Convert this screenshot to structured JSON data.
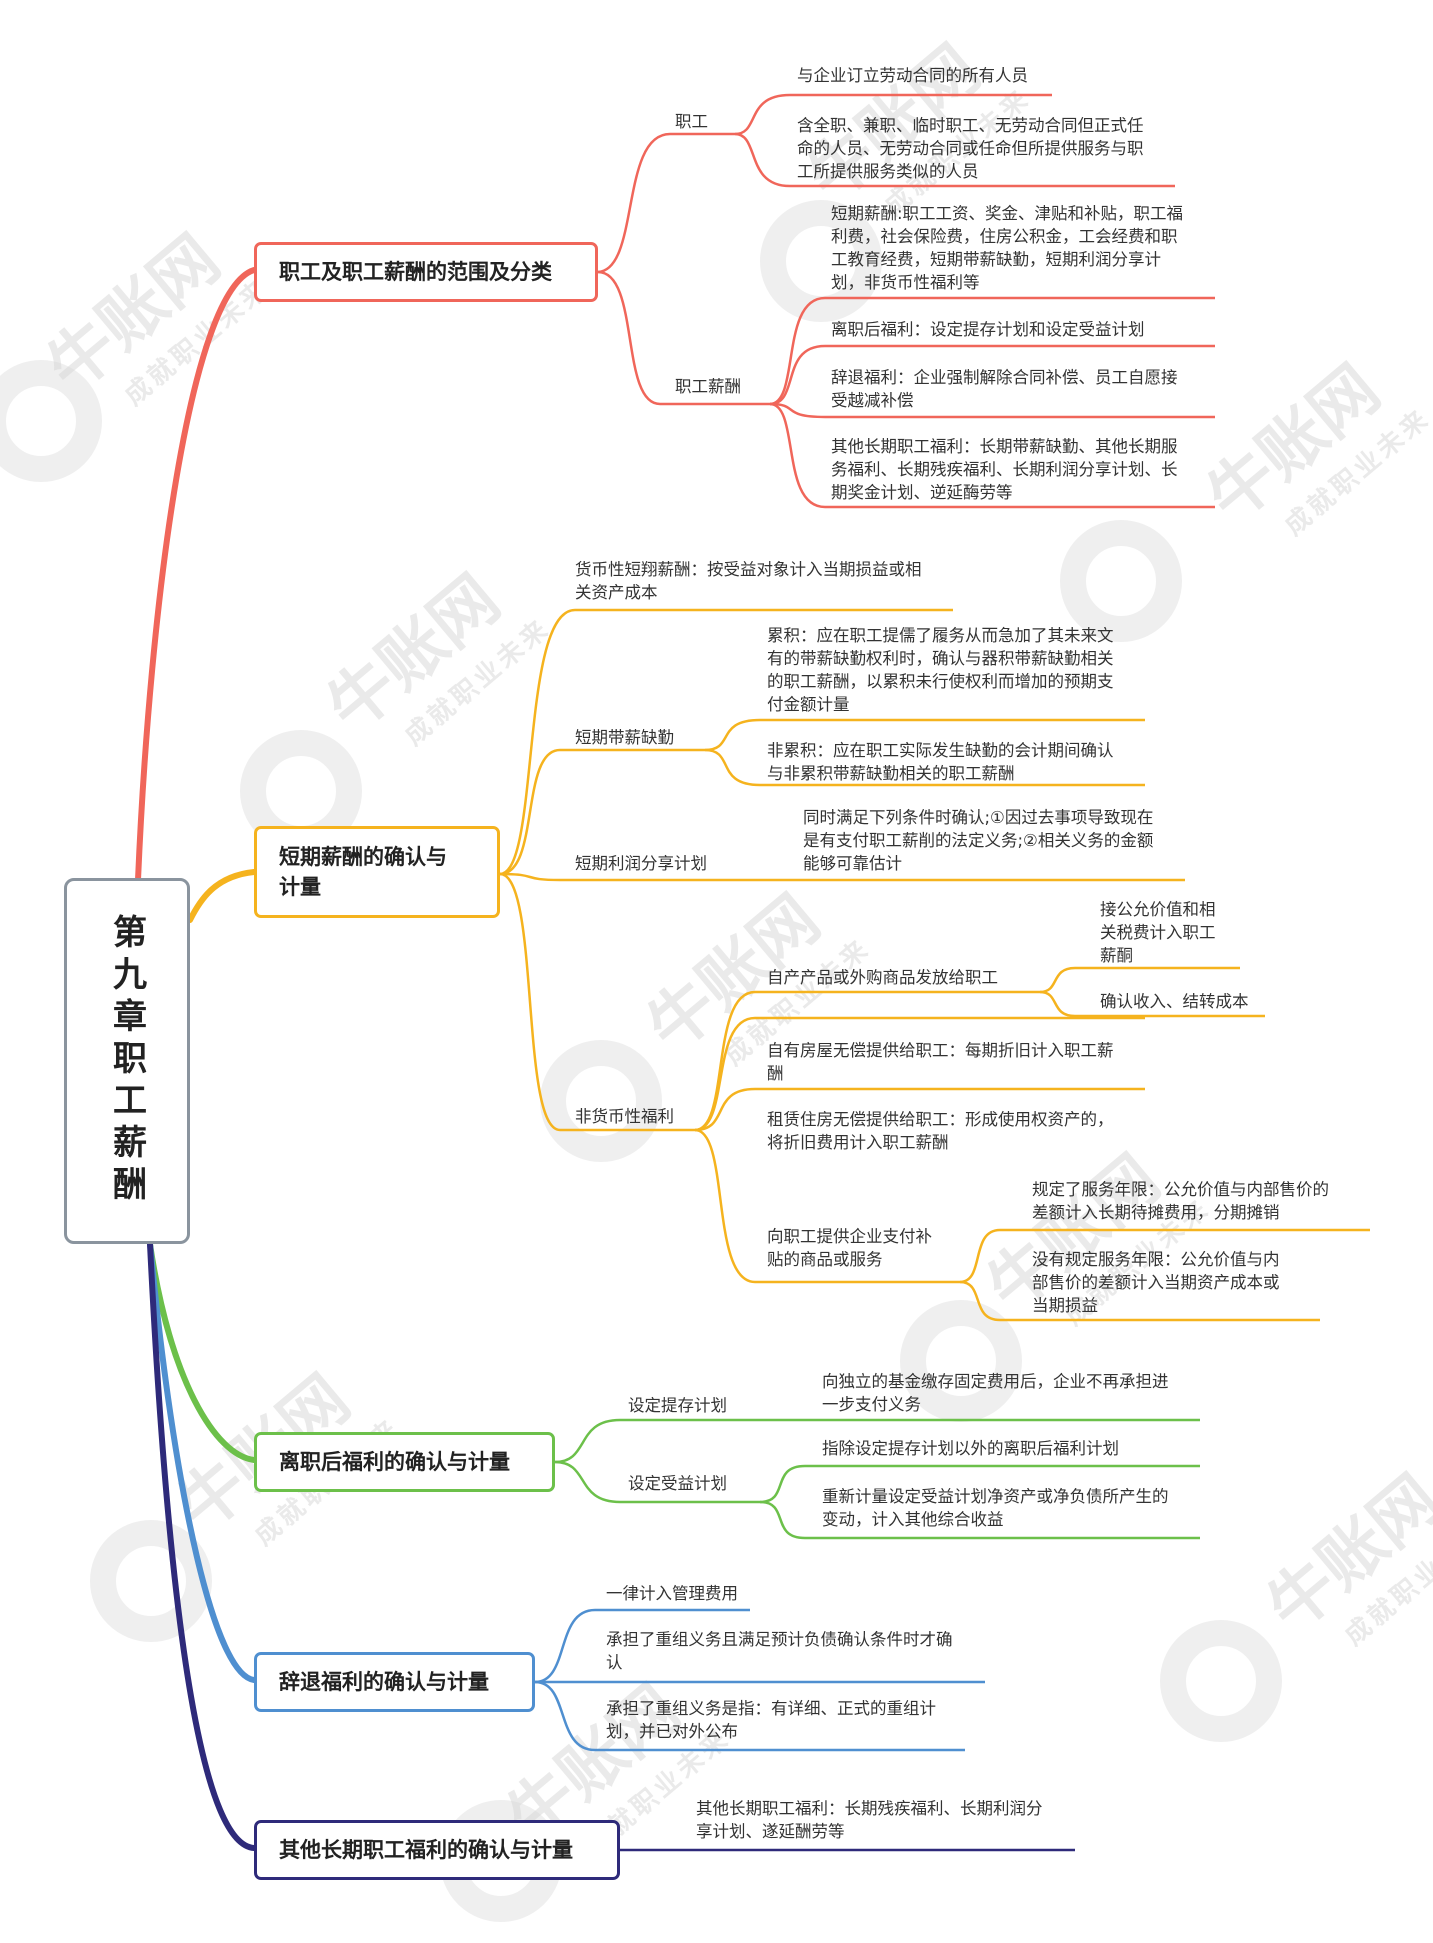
{
  "root": {
    "title": "第九章职工薪酬"
  },
  "colors": {
    "b1": "#f0665a",
    "b2": "#f5b31e",
    "b3": "#6cc04a",
    "b4": "#4f8fd0",
    "b5": "#2e2a7a"
  },
  "watermark": {
    "brand": "牛账网",
    "slogan": "成就职业未来"
  },
  "branches": [
    {
      "label": "职工及职工薪酬的范围及分类",
      "items": {
        "zhigong": "职工",
        "zhigong_1": "与企业订立劳动合同的所有人员",
        "zhigong_2": [
          "含全职、兼职、临时职工、无劳动合同但正式任",
          "命的人员、无劳动合同或任命但所提供服务与职",
          "工所提供服务类似的人员"
        ],
        "xinchou": "职工薪酬",
        "xinchou_1": [
          "短期薪酬:职工工资、奖金、津贴和补贴，职工福",
          "利费，社会保险费，住房公积金，工会经费和职",
          "工教育经费，短期带薪缺勤，短期利润分享计",
          "划，非货币性福利等"
        ],
        "xinchou_2": "离职后福利：设定提存计划和设定受益计划",
        "xinchou_3": [
          "辞退福利：企业强制解除合同补偿、员工自愿接",
          "受越减补偿"
        ],
        "xinchou_4": [
          "其他长期职工福利：长期带薪缺勤、其他长期服",
          "务福利、长期残疾福利、长期利润分享计划、长",
          "期奖金计划、逆延酶劳等"
        ]
      }
    },
    {
      "label": [
        "短期薪酬的确认与",
        "计量"
      ],
      "items": {
        "huobi": [
          "货币性短翔薪酬：按受益对象计入当期损益或相",
          "关资产成本"
        ],
        "quexin": "短期带薪缺勤",
        "quexin_1": [
          "累积：应在职工提儒了履务从而急加了其未来文",
          "有的带薪缺勤权利时，确认与器积带薪缺勤相关",
          "的职工薪酬，以累积未行使权利而增加的预期支",
          "付金额计量"
        ],
        "quexin_2": [
          "非累积：应在职工实际发生缺勤的会计期间确认",
          "与非累积带薪缺勤相关的职工薪酬"
        ],
        "lirun": "短期利润分享计划",
        "lirun_1": [
          "同时满足下列条件时确认;①因过去事项导致现在",
          "是有支付职工薪削的法定义务;②相关义务的金额",
          "能够可靠估计"
        ],
        "feihuobi": "非货币性福利",
        "fh_1": "自产产品或外购商品发放给职工",
        "fh_1a": [
          "接公允价值和相",
          "关税费计入职工",
          "薪酮"
        ],
        "fh_1b": "确认收入、结转成本",
        "fh_2": [
          "自有房屋无偿提供给职工：每期折旧计入职工薪",
          "酬"
        ],
        "fh_3": [
          "租赁住房无偿提供给职工：形成使用权资产的，",
          "将折旧费用计入职工薪酬"
        ],
        "fh_4": [
          "向职工提供企业支付补",
          "贴的商品或服务"
        ],
        "fh_4a": [
          "规定了服务年限：公允价值与内部售价的",
          "差额计入长期待摊费用，分期摊销"
        ],
        "fh_4b": [
          "没有规定服务年限：公允价值与内",
          "部售价的差额计入当期资产成本或",
          "当期损益"
        ]
      }
    },
    {
      "label": "离职后福利的确认与计量",
      "items": {
        "tichun": "设定提存计划",
        "tichun_1": [
          "向独立的基金缴存固定费用后，企业不再承担进",
          "一步支付义务"
        ],
        "shouyi": "设定受益计划",
        "shouyi_1": "指除设定提存计划以外的离职后福利计划",
        "shouyi_2": [
          "重新计量设定受益计划净资产或净负债所产生的",
          "变动，计入其他综合收益"
        ]
      }
    },
    {
      "label": "辞退福利的确认与计量",
      "items": {
        "c1": "一律计入管理费用",
        "c2": [
          "承担了重组义务且满足预计负债确认条件时才确",
          "认"
        ],
        "c3": [
          "承担了重组义务是指：有详细、正式的重组计",
          "划，并已对外公布"
        ]
      }
    },
    {
      "label": "其他长期职工福利的确认与计量",
      "items": {
        "q1": [
          "其他长期职工福利：长期残疾福利、长期利润分",
          "享计划、遂延酬劳等"
        ]
      }
    }
  ]
}
